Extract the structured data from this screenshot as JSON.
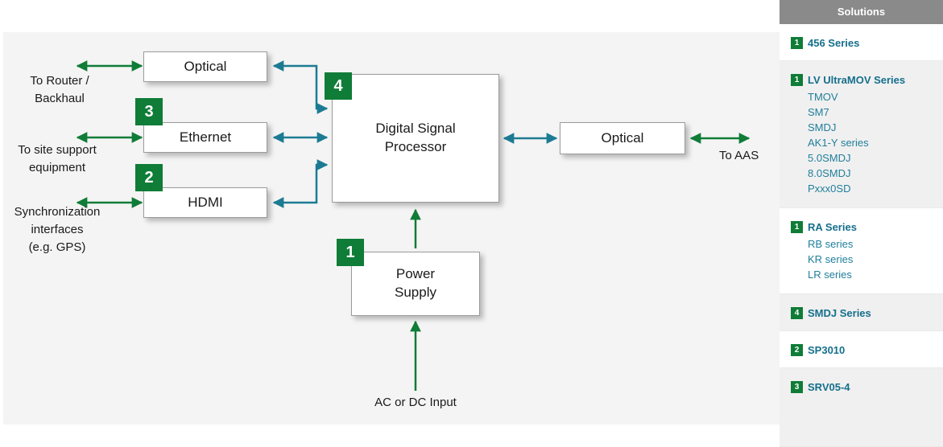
{
  "colors": {
    "accent_green": "#0f7c37",
    "accent_teal": "#1c7b93",
    "link_teal": "#1f7f9b",
    "sidebar_header_gray": "#8a8a8a",
    "diagram_background": "#f4f4f4"
  },
  "diagram": {
    "nodes": {
      "optical_left": "Optical",
      "ethernet": "Ethernet",
      "hdmi": "HDMI",
      "dsp": "Digital Signal\nProcessor",
      "power_supply": "Power\nSupply",
      "optical_right": "Optical"
    },
    "badges": {
      "dsp": "4",
      "ethernet": "3",
      "hdmi": "2",
      "power_supply": "1"
    },
    "labels": {
      "router": "To Router /\nBackhaul",
      "site_support": "To site support\nequipment",
      "sync": "Synchronization\ninterfaces\n(e.g. GPS)",
      "aas": "To AAS",
      "power_input": "AC or DC Input"
    }
  },
  "sidebar": {
    "header": "Solutions",
    "groups": [
      {
        "badge": "1",
        "title": "456 Series",
        "items": []
      },
      {
        "badge": "1",
        "title": "LV UltraMOV Series",
        "items": [
          "TMOV",
          "SM7",
          "SMDJ",
          "AK1-Y series",
          "5.0SMDJ",
          "8.0SMDJ",
          "Pxxx0SD"
        ]
      },
      {
        "badge": "1",
        "title": "RA Series",
        "items": [
          "RB series",
          "KR series",
          "LR series"
        ]
      },
      {
        "badge": "4",
        "title": "SMDJ Series",
        "items": []
      },
      {
        "badge": "2",
        "title": "SP3010",
        "items": []
      },
      {
        "badge": "3",
        "title": "SRV05-4",
        "items": []
      }
    ]
  }
}
